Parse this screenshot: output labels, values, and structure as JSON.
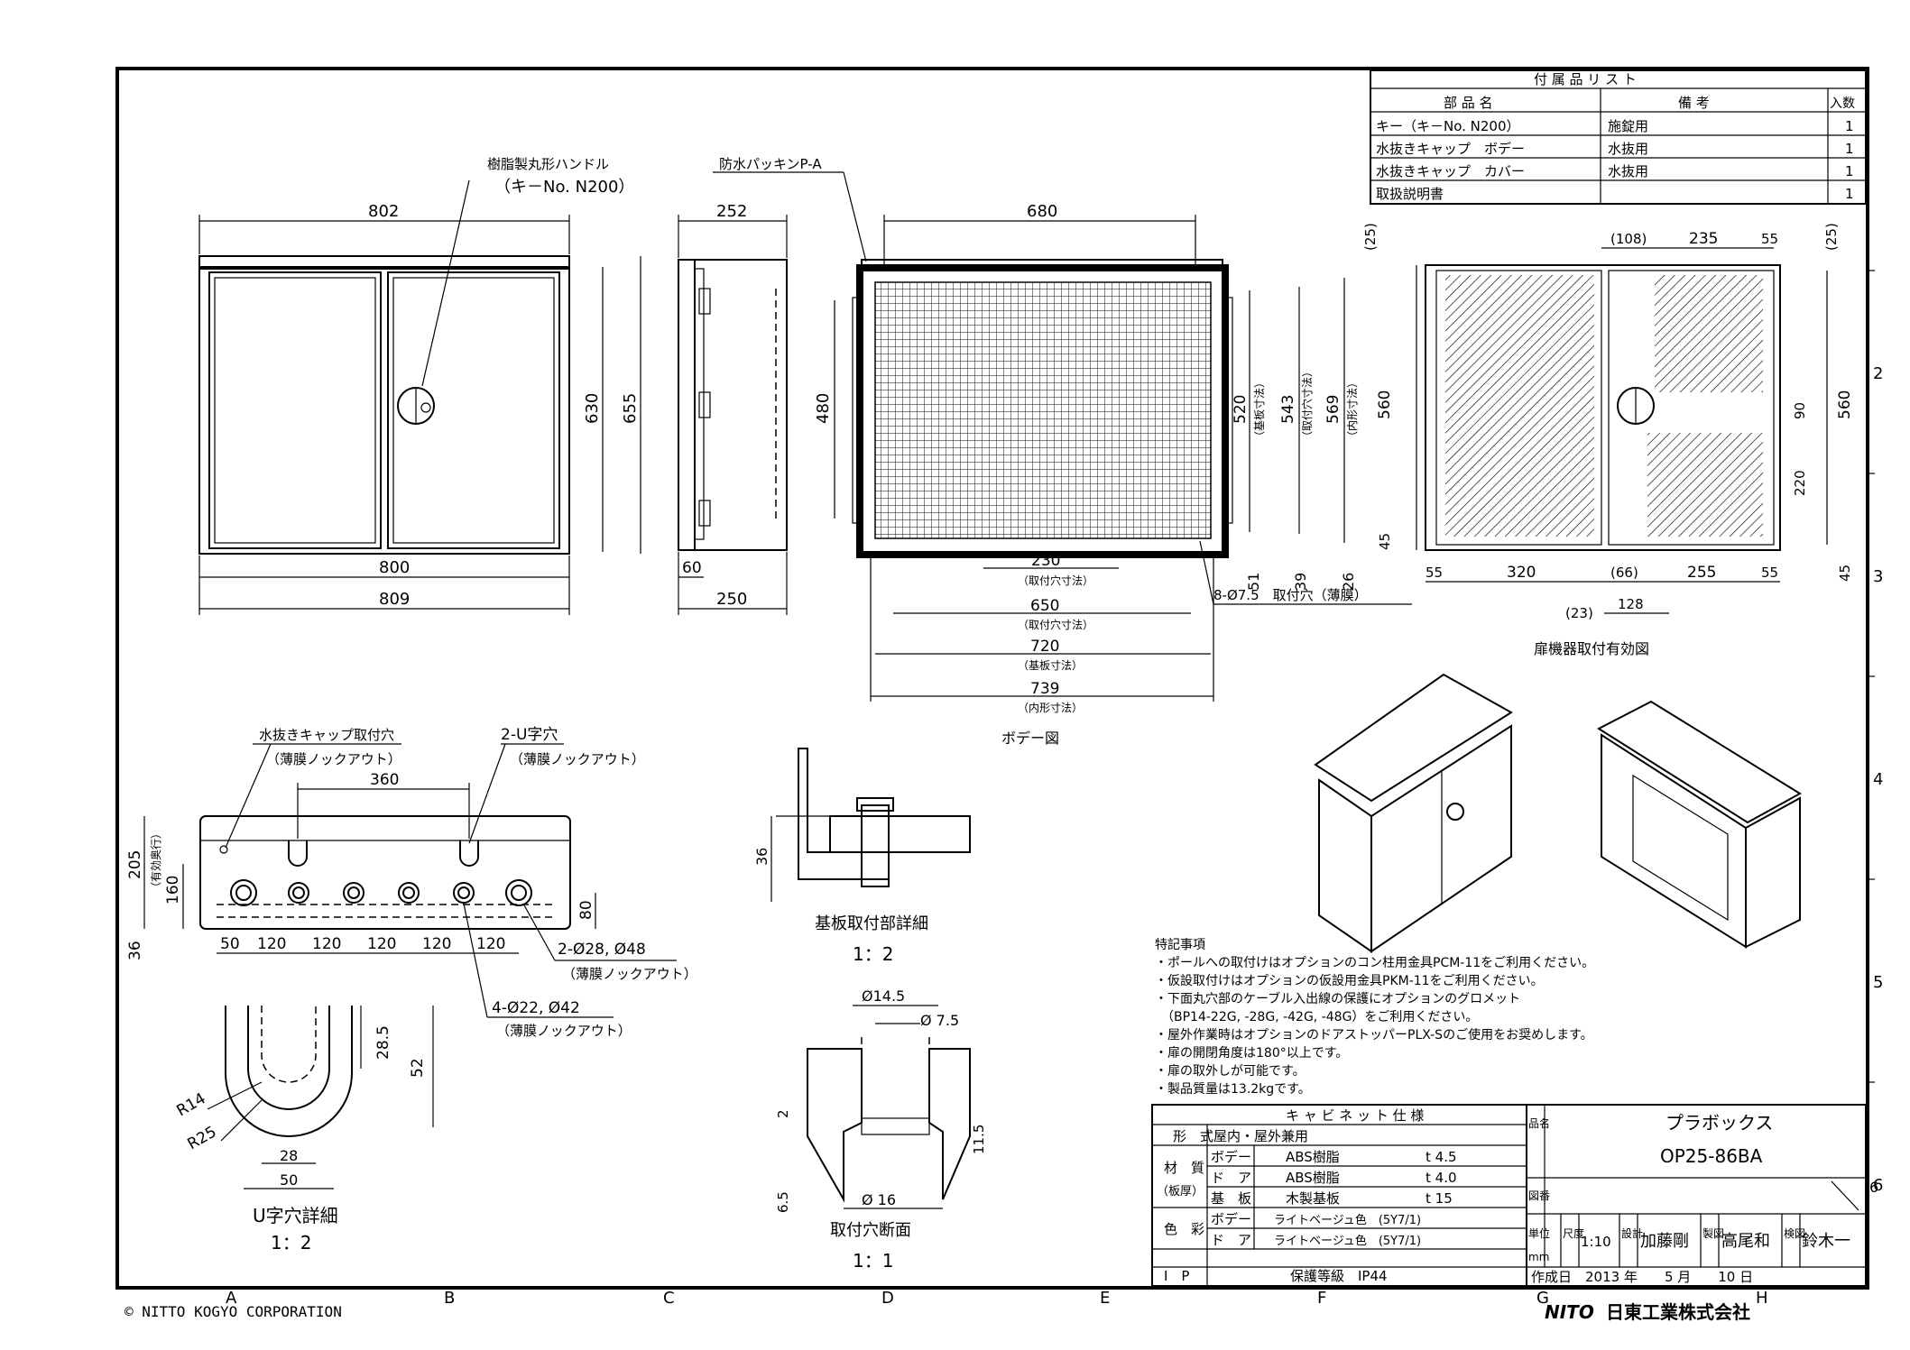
{
  "accessories": {
    "title": "付 属 品 リ ス ト",
    "headers": [
      "部 品 名",
      "備 考",
      "入数"
    ],
    "rows": [
      [
        "キー（キ－No. N200）",
        "施錠用",
        "1"
      ],
      [
        "水抜きキャップ　ボデー",
        "水抜用",
        "1"
      ],
      [
        "水抜きキャップ　カバー",
        "水抜用",
        "1"
      ],
      [
        "取扱説明書",
        "",
        "1"
      ]
    ]
  },
  "front": {
    "handle_label": "樹脂製丸形ハンドル",
    "handle_key": "（キ－No. N200）",
    "dim_top": "802",
    "dim_h1": "630",
    "dim_h2": "655",
    "dim_w1": "800",
    "dim_w2": "809"
  },
  "side": {
    "dim_top": "252",
    "dim_bottom1": "60",
    "dim_bottom2": "250"
  },
  "body": {
    "packing_label": "防水パッキンP-A",
    "dim_top": "680",
    "dim_left": "480",
    "dim_520": "520",
    "dim_520_note": "（基板寸法）",
    "dim_543": "543",
    "dim_543_note": "（取付穴寸法）",
    "dim_569": "569",
    "dim_569_note": "（内形寸法）",
    "dim_51": "51",
    "dim_39": "39",
    "dim_26": "26",
    "dim_230": "230",
    "dim_230_note": "（取付穴寸法）",
    "dim_650": "650",
    "dim_650_note": "（取付穴寸法）",
    "dim_720": "720",
    "dim_720_note": "（基板寸法）",
    "dim_739": "739",
    "dim_739_note": "（内形寸法）",
    "hole_label": "8-Ø7.5　取付穴（薄膜）",
    "caption": "ボデー図"
  },
  "door": {
    "dim_25a": "(25)",
    "dim_108": "(108)",
    "dim_235": "235",
    "dim_55t": "55",
    "dim_25b": "(25)",
    "dim_560l": "560",
    "dim_45l": "45",
    "dim_90": "90",
    "dim_560r": "560",
    "dim_220": "220",
    "dim_45r": "45",
    "dim_55a": "55",
    "dim_320": "320",
    "dim_66": "(66)",
    "dim_255": "255",
    "dim_55b": "55",
    "dim_23": "(23)",
    "dim_128": "128",
    "caption": "扉機器取付有効図"
  },
  "bottom": {
    "cap_label": "水抜きキャップ取付穴",
    "cap_note": "（薄膜ノックアウト）",
    "u_label": "2-U字穴",
    "u_note": "（薄膜ノックアウト）",
    "dim_360": "360",
    "dim_205": "205",
    "dim_205_note": "（有効奥行）",
    "dim_160": "160",
    "dim_36": "36",
    "dim_80": "80",
    "spacing": [
      "50",
      "120",
      "120",
      "120",
      "120",
      "120"
    ],
    "h28": "2-Ø28, Ø48",
    "h28_note": "（薄膜ノックアウト）",
    "h22": "4-Ø22, Ø42",
    "h22_note": "（薄膜ノックアウト）"
  },
  "ubox": {
    "r14": "R14",
    "r25": "R25",
    "d285": "28.5",
    "d52": "52",
    "d28": "28",
    "d50": "50",
    "caption": "U字穴詳細",
    "scale": "1：2"
  },
  "plate": {
    "dim_36": "36",
    "caption": "基板取付部詳細",
    "scale": "1：2"
  },
  "hole": {
    "d145": "Ø14.5",
    "d75": "Ø 7.5",
    "d2": "2",
    "d115": "11.5",
    "d65": "6.5",
    "d16": "Ø 16",
    "caption": "取付穴断面",
    "scale": "1：1"
  },
  "notes": {
    "title": "特記事項",
    "lines": [
      "・ポールへの取付けはオプションのコン柱用金具PCM-11をご利用ください。",
      "・仮設取付けはオプションの仮設用金具PKM-11をご利用ください。",
      "・下面丸穴部のケーブル入出線の保護にオプションのグロメット",
      "　（BP14-22G, -28G, -42G, -48G）をご利用ください。",
      "・屋外作業時はオプションのドアストッパーPLX-Sのご使用をお奨めします。",
      "・扉の開閉角度は180°以上です。",
      "・扉の取外しが可能です。",
      "・製品質量は13.2kgです。"
    ]
  },
  "spec": {
    "title": "キ ャ ビ ネ ッ ト 仕 様",
    "type_label": "形　式",
    "type_value": "屋内・屋外兼用",
    "material_label": "材　質",
    "material_sub": "（板厚）",
    "mat_rows": [
      [
        "ボデー",
        "ABS樹脂",
        "t 4.5"
      ],
      [
        "ド　ア",
        "ABS樹脂",
        "t 4.0"
      ],
      [
        "基　板",
        "木製基板",
        "t 15"
      ]
    ],
    "color_label": "色　彩",
    "color_rows": [
      [
        "ボデー",
        "ライトベージュ色　(5Y7/1)"
      ],
      [
        "ド　ア",
        "ライトベージュ色　(5Y7/1)"
      ]
    ],
    "ip_label": "I　P",
    "ip_value": "保護等級　IP44"
  },
  "title_block": {
    "name_label": "品名",
    "product": "プラボックス",
    "model": "OP25-86BA",
    "drawing_label": "図番",
    "drawing_no": "6",
    "scale_label": "尺度",
    "scale": "1:10",
    "design_label": "設計",
    "designer": "加藤剛",
    "draw_label": "製図",
    "drafter": "高尾和",
    "check_label": "検図",
    "checker": "鈴木一",
    "unit_label": "単位",
    "unit": "mm",
    "date": "作成日　2013 年　　5 月　　10 日"
  },
  "grid": {
    "cols": [
      "A",
      "B",
      "C",
      "D",
      "E",
      "F",
      "G",
      "H"
    ],
    "rows": [
      "2",
      "3",
      "4",
      "5",
      "6"
    ]
  },
  "footer": {
    "copyright": "© NITTO KOGYO CORPORATION",
    "company": "日東工業株式会社",
    "logo": "NITO"
  }
}
